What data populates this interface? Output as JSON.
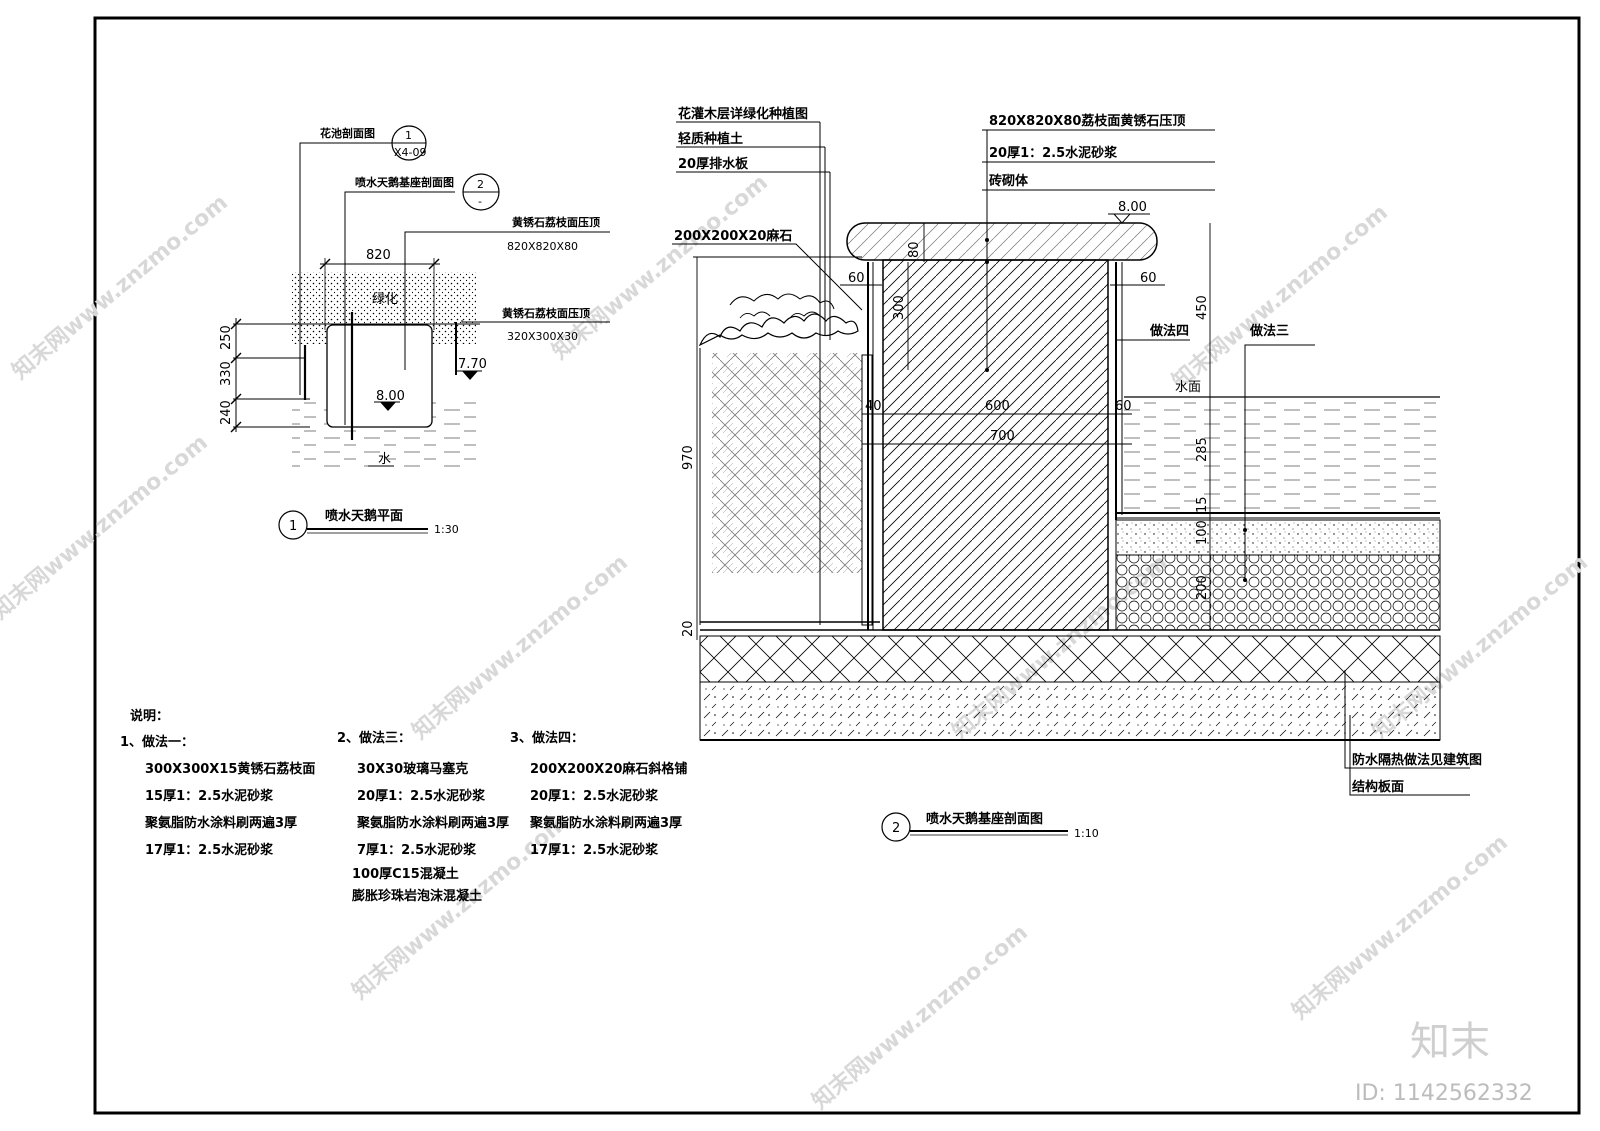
{
  "plan": {
    "ref1_label": "花池剖面图",
    "ref1_num": "1",
    "ref1_sheet": "X4-09",
    "ref2_label": "喷水天鹅基座剖面图",
    "ref2_num": "2",
    "ref2_sheet": "-",
    "coping_label": "黄锈石荔枝面压顶",
    "coping_size": "820X820X80",
    "edge_label": "黄锈石荔枝面压顶",
    "edge_size": "320X300X30",
    "dim_820": "820",
    "dim_250": "250",
    "dim_330": "330",
    "dim_240": "240",
    "green_label": "绿化",
    "water_label": "水",
    "elev_770": "7.70",
    "elev_800": "8.00",
    "title_num": "1",
    "title": "喷水天鹅平面",
    "scale": "1:30"
  },
  "section": {
    "planting_label": "花灌木层详绿化种植图",
    "light_soil": "轻质种植土",
    "drain_board": "20厚排水板",
    "granite_label": "200X200X20麻石",
    "coping_label": "820X820X80荔枝面黄锈石压顶",
    "mortar_label": "20厚1：2.5水泥砂浆",
    "brick_label": "砖砌体",
    "elev_top": "8.00",
    "dim_80": "80",
    "dim_60a": "60",
    "dim_60b": "60",
    "dim_300": "300",
    "dim_450": "450",
    "method4": "做法四",
    "method3": "做法三",
    "water_surface": "水面",
    "dim_40": "40",
    "dim_600": "600",
    "dim_60c": "60",
    "dim_700": "700",
    "dim_285": "285",
    "dim_970": "970",
    "dim_15": "15",
    "dim_100": "100",
    "dim_200": "200",
    "dim_20": "20",
    "waterproof_label": "防水隔热做法见建筑图",
    "struct_label": "结构板面",
    "title_num": "2",
    "title": "喷水天鹅基座剖面图",
    "scale": "1:10"
  },
  "notes": {
    "heading": "说明：",
    "col1": {
      "title": "1、做法一：",
      "lines": [
        "300X300X15黄锈石荔枝面",
        "15厚1：2.5水泥砂浆",
        "聚氨脂防水涂料刷两遍3厚",
        "17厚1：2.5水泥砂浆"
      ]
    },
    "col2": {
      "title": "2、做法三：",
      "lines": [
        "30X30玻璃马塞克",
        "20厚1：2.5水泥砂浆",
        "聚氨脂防水涂料刷两遍3厚",
        "7厚1：2.5水泥砂浆",
        "100厚C15混凝土",
        "膨胀珍珠岩泡沫混凝土"
      ]
    },
    "col3": {
      "title": "3、做法四：",
      "lines": [
        "200X200X20麻石斜格铺",
        "20厚1：2.5水泥砂浆",
        "聚氨脂防水涂料刷两遍3厚",
        "17厚1：2.5水泥砂浆"
      ]
    }
  },
  "watermark": {
    "text": "知末网www.znzmo.com",
    "brand": "知末",
    "id": "ID: 1142562332"
  }
}
